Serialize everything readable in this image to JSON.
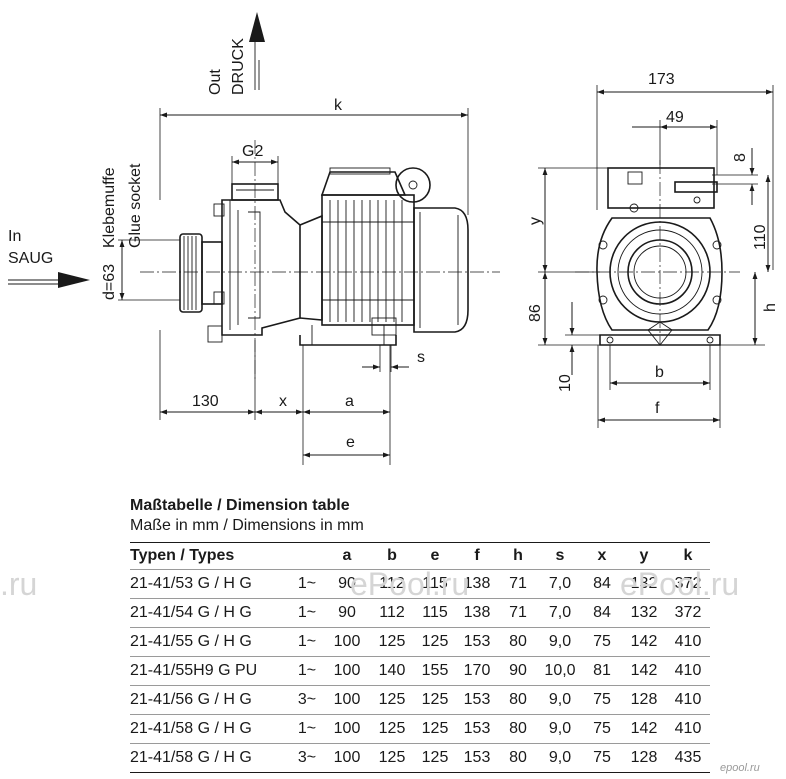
{
  "labels": {
    "in": "In",
    "saug": "SAUG",
    "out": "Out",
    "druck": "DRUCK",
    "klebemuffe": "Klebemuffe",
    "glue_socket": "Glue socket",
    "d63": "d=63",
    "g2": "G2",
    "k": "k",
    "dim_130": "130",
    "x": "x",
    "a": "a",
    "e": "e",
    "s": "s",
    "dim_173": "173",
    "dim_49": "49",
    "dim_8": "8",
    "y": "y",
    "dim_110": "110",
    "dim_86": "86",
    "h": "h",
    "dim_10": "10",
    "b": "b",
    "f": "f"
  },
  "table": {
    "title": "Maßtabelle / Dimension table",
    "subtitle": "Maße in mm / Dimensions in mm",
    "headers": [
      "Typen / Types",
      "",
      "a",
      "b",
      "e",
      "f",
      "h",
      "s",
      "x",
      "y",
      "k"
    ],
    "rows": [
      [
        "21-41/53 G / H G",
        "1~",
        "90",
        "112",
        "115",
        "138",
        "71",
        "7,0",
        "84",
        "132",
        "372"
      ],
      [
        "21-41/54 G / H G",
        "1~",
        "90",
        "112",
        "115",
        "138",
        "71",
        "7,0",
        "84",
        "132",
        "372"
      ],
      [
        "21-41/55 G / H G",
        "1~",
        "100",
        "125",
        "125",
        "153",
        "80",
        "9,0",
        "75",
        "142",
        "410"
      ],
      [
        "21-41/55H9 G PU",
        "1~",
        "100",
        "140",
        "155",
        "170",
        "90",
        "10,0",
        "81",
        "142",
        "410"
      ],
      [
        "21-41/56 G / H G",
        "3~",
        "100",
        "125",
        "125",
        "153",
        "80",
        "9,0",
        "75",
        "128",
        "410"
      ],
      [
        "21-41/58 G / H G",
        "1~",
        "100",
        "125",
        "125",
        "153",
        "80",
        "9,0",
        "75",
        "142",
        "410"
      ],
      [
        "21-41/58 G / H G",
        "3~",
        "100",
        "125",
        "125",
        "153",
        "80",
        "9,0",
        "75",
        "128",
        "435"
      ]
    ]
  },
  "watermarks": {
    "left": ".ru",
    "center": "ePool.ru",
    "right": "ePool.ru",
    "corner": "epool.ru"
  }
}
